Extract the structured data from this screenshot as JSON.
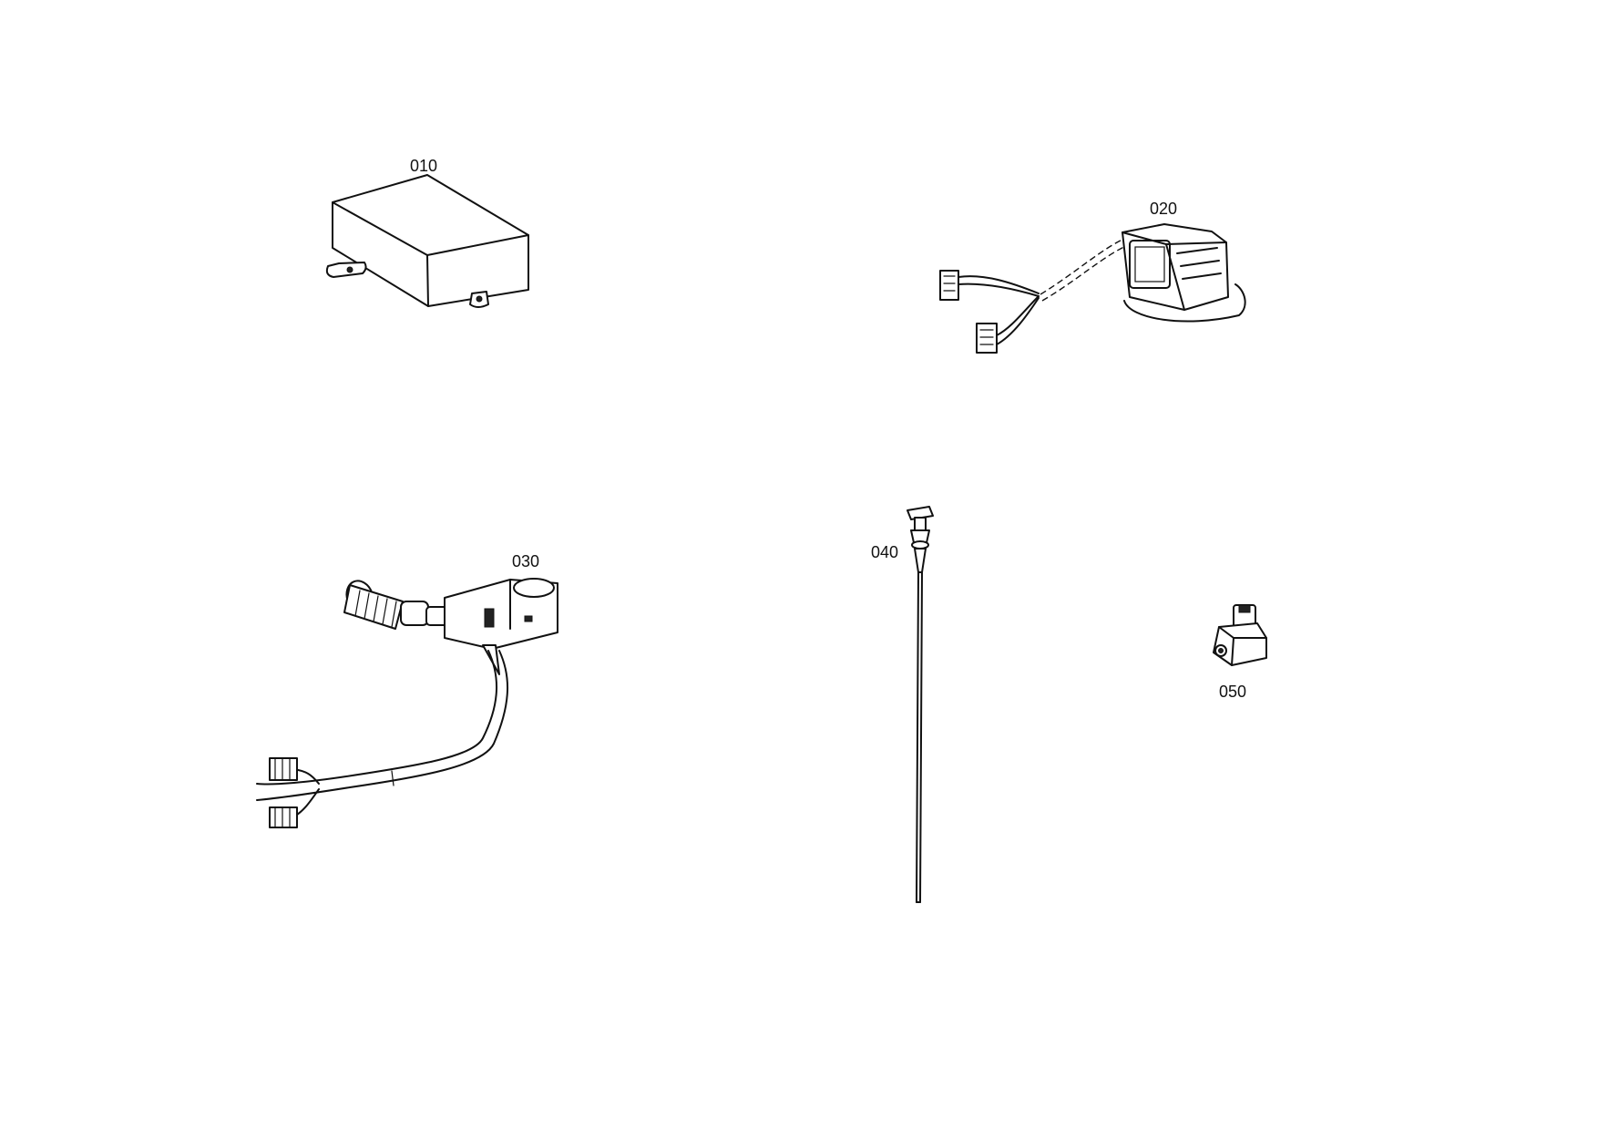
{
  "parts": [
    {
      "callout": "010"
    },
    {
      "callout": "020"
    },
    {
      "callout": "030"
    },
    {
      "callout": "040"
    },
    {
      "callout": "050"
    }
  ]
}
